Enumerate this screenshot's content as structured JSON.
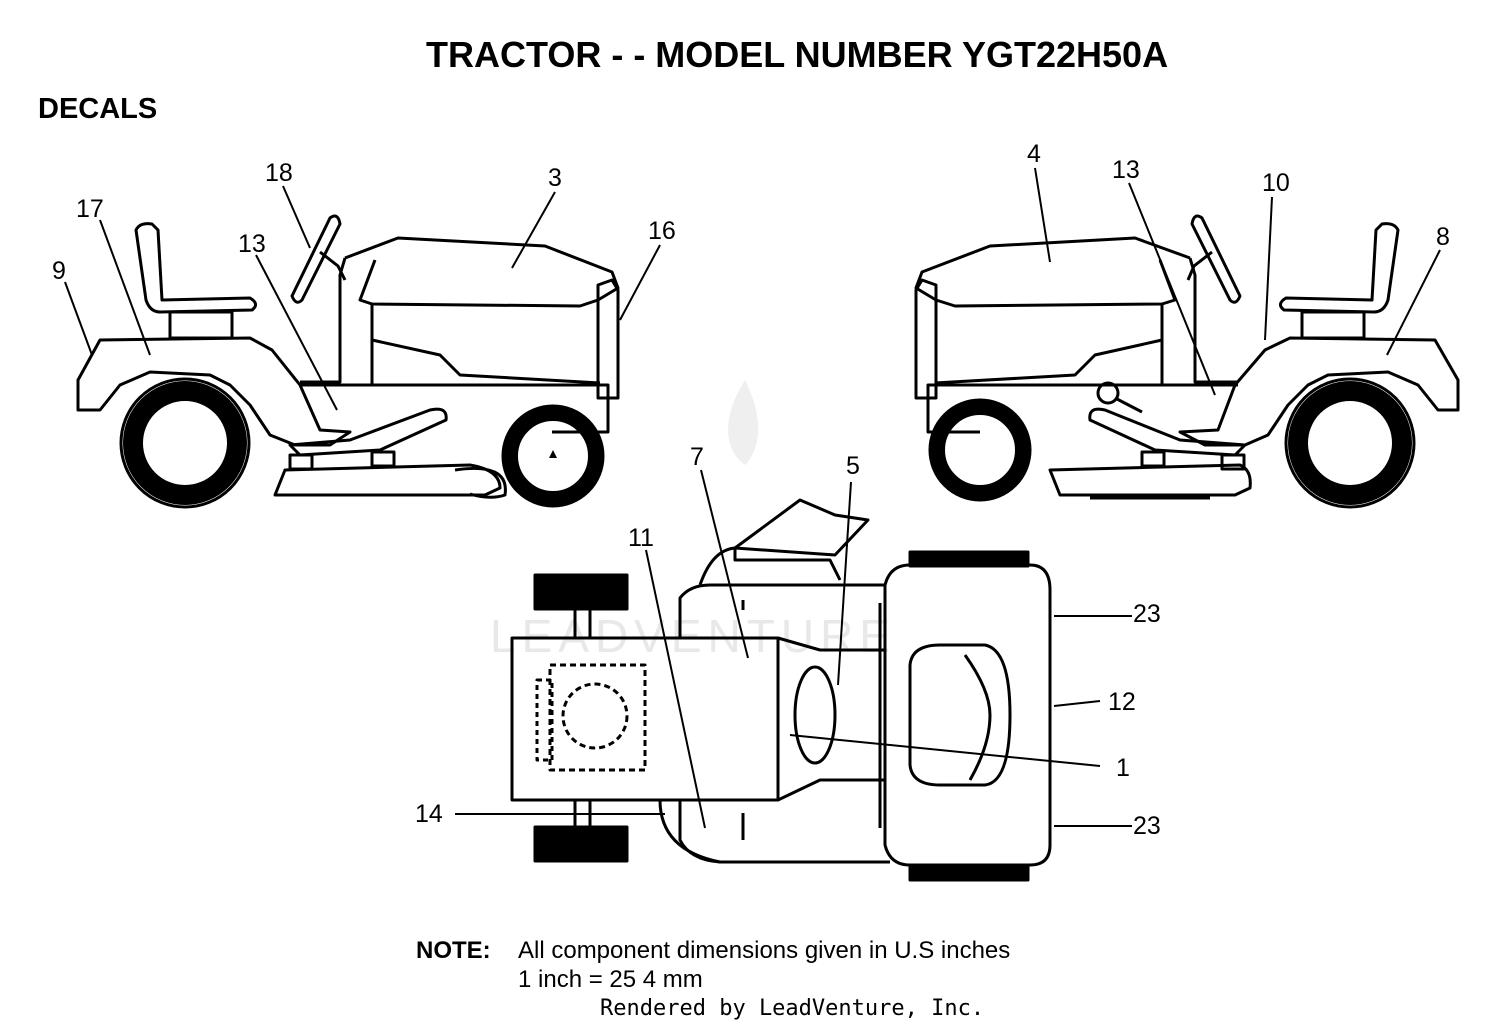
{
  "title": "TRACTOR - - MODEL NUMBER YGT22H50A",
  "subtitle": "DECALS",
  "note": {
    "label": "NOTE:",
    "line1": "All component dimensions given in U.S  inches",
    "line2": "1 inch = 25 4 mm"
  },
  "rendered_by": "Rendered by LeadVenture, Inc.",
  "watermark": "LEADVENTURE",
  "callouts": {
    "left_view": [
      "18",
      "3",
      "17",
      "13",
      "16",
      "9"
    ],
    "right_view": [
      "4",
      "13",
      "10",
      "8"
    ],
    "top_view": [
      "7",
      "5",
      "11",
      "23",
      "12",
      "1",
      "14",
      "23"
    ]
  }
}
